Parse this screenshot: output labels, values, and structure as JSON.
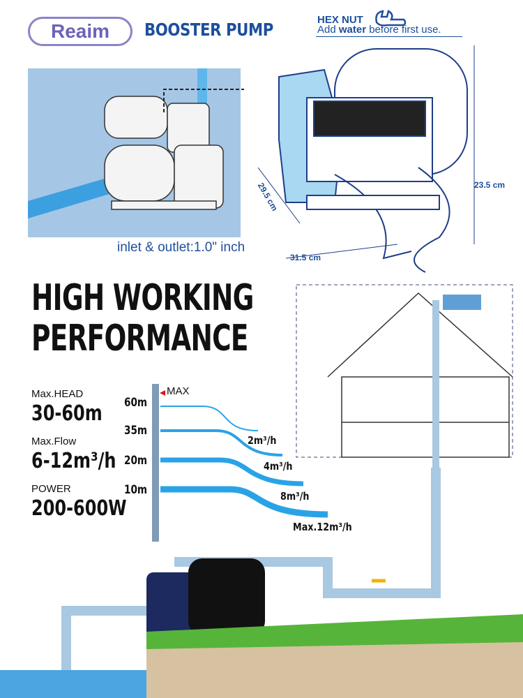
{
  "brand": {
    "logo": "Reaim",
    "title": "BOOSTER PUMP"
  },
  "hex_nut": {
    "label": "HEX NUT",
    "note_pre": "Add ",
    "note_bold": "water",
    "note_post": " before first use."
  },
  "inlet": "inlet & outlet:1.0\" inch",
  "dimensions": {
    "height": "23.5 cm",
    "depth": "29.5 cm",
    "width": "31.5 cm"
  },
  "headline": {
    "line1": "HIGH WORKING",
    "line2": "PERFORMANCE"
  },
  "specs": [
    {
      "label": "Max.HEAD",
      "value": "30-60m"
    },
    {
      "label": "Max.Flow",
      "value": "6-12m³/h"
    },
    {
      "label": "POWER",
      "value": "200-600W"
    }
  ],
  "performance": {
    "max_label": "MAX",
    "heads": [
      "60m",
      "35m",
      "20m",
      "10m"
    ],
    "flows": [
      "2m³/h",
      "4m³/h",
      "8m³/h",
      "Max.12m³/h"
    ]
  },
  "colors": {
    "brand": "#1d4f9c",
    "water": "#2aa3e6",
    "logo": "#6b63b8"
  }
}
